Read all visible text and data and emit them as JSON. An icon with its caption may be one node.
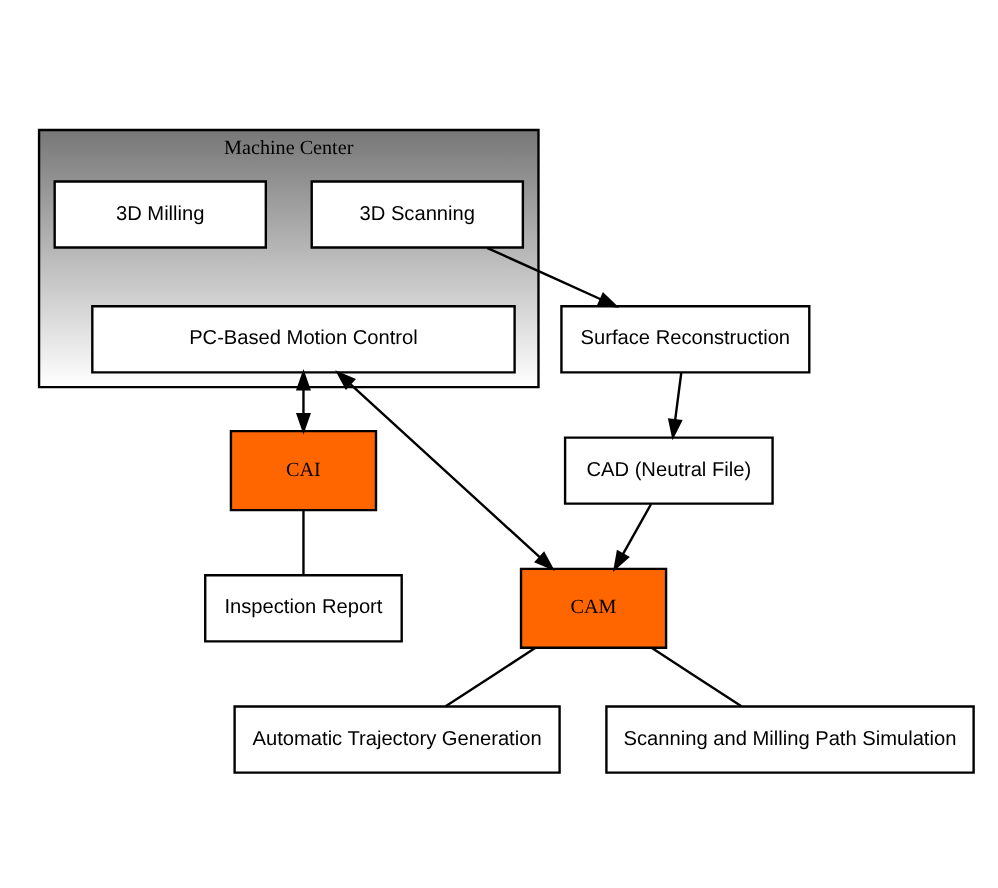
{
  "diagram": {
    "nodes": [
      {
        "text": [
          "Machine Center"
        ]
      },
      {
        "text": [
          "3D Scanning"
        ],
        "in": 0
      },
      {
        "text": [
          "3D Milling"
        ],
        "in": 0
      },
      {
        "text": [
          "PC-Based Motion Control"
        ],
        "in": 0
      },
      {
        "text": [
          "Surface Reconstruction"
        ]
      },
      {
        "text": [
          "CAD (Neutral File)"
        ]
      },
      {
        "text": [
          "CAM"
        ]
      },
      {
        "text": [
          "CAI"
        ]
      },
      {
        "text": [
          "Automatic Trajectory Generation"
        ]
      },
      {
        "text": [
          "Scanning and Milling Path Simulation"
        ]
      },
      {
        "text": [
          "Inspection Report"
        ]
      }
    ],
    "edges": [
      {
        "from": 1,
        "to": 4,
        "arrow": "to"
      },
      {
        "from": 4,
        "to": 5,
        "arrow": "to"
      },
      {
        "from": 5,
        "to": 6,
        "arrow": "to"
      },
      {
        "from": 3,
        "to": 6,
        "arrow": "both"
      },
      {
        "from": 3,
        "to": 7,
        "arrow": "both"
      },
      {
        "from": 6,
        "to": 8,
        "arrow": "none"
      },
      {
        "from": 6,
        "to": 9,
        "arrow": "none"
      },
      {
        "from": 7,
        "to": 10,
        "arrow": "none"
      }
    ]
  }
}
